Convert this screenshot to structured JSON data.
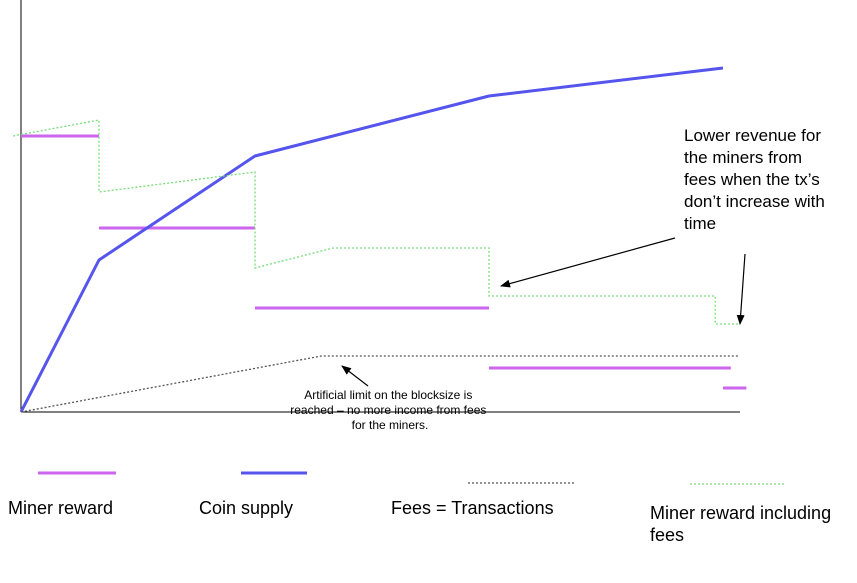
{
  "chart_data": {
    "type": "line",
    "title": "",
    "xlabel": "",
    "ylabel": "",
    "grid": false,
    "legend": "bottom",
    "x_stages": [
      0,
      1,
      2,
      3,
      4,
      5
    ],
    "series": [
      {
        "name": "Miner reward",
        "style": "solid-thick",
        "color": "#cc66ee",
        "segments": [
          {
            "x0": 0.0,
            "x1": 1.0,
            "y": 6.9
          },
          {
            "x0": 1.0,
            "x1": 3.0,
            "y": 4.6
          },
          {
            "x0": 3.0,
            "x1": 6.0,
            "y": 2.6
          },
          {
            "x0": 6.0,
            "x1": 9.1,
            "y": 1.1
          },
          {
            "x0": 9.0,
            "x1": 9.3,
            "y": 0.6
          }
        ]
      },
      {
        "name": "Coin supply",
        "style": "solid-thick",
        "color": "#5555ee",
        "points": [
          [
            0,
            0
          ],
          [
            1.0,
            3.8
          ],
          [
            3.0,
            6.4
          ],
          [
            3.4,
            6.6
          ],
          [
            6.0,
            7.9
          ],
          [
            9.0,
            8.6
          ]
        ]
      },
      {
        "name": "Fees = Transactions",
        "style": "dotted",
        "color": "#555555",
        "points": [
          [
            0,
            0
          ],
          [
            3.85,
            1.4
          ],
          [
            9.2,
            1.4
          ]
        ]
      },
      {
        "name": "Miner reward including fees",
        "style": "dotted",
        "color": "#77dd77",
        "points": [
          [
            -0.1,
            6.9
          ],
          [
            1.0,
            7.3
          ],
          [
            1.0,
            5.5
          ],
          [
            3.0,
            6.0
          ],
          [
            3.0,
            3.6
          ],
          [
            4.0,
            4.1
          ],
          [
            6.0,
            4.1
          ],
          [
            6.0,
            2.9
          ],
          [
            8.9,
            2.9
          ],
          [
            8.9,
            2.2
          ],
          [
            9.2,
            2.2
          ]
        ]
      }
    ],
    "xlim": [
      0,
      9.3
    ],
    "ylim": [
      0,
      10.3
    ]
  },
  "annotations": {
    "lower_revenue": [
      "Lower revenue for",
      "the miners from",
      "fees when the tx’s",
      "don’t increase with",
      "time"
    ],
    "blocksize_limit": [
      "Artificial limit on the blocksize is",
      "reached – no more income from fees",
      "for the miners."
    ]
  },
  "legend": {
    "items": [
      {
        "label": "Miner reward",
        "color": "#cc66ee",
        "style": "solid"
      },
      {
        "label": "Coin supply",
        "color": "#5555ee",
        "style": "solid"
      },
      {
        "label": "Fees = Transactions",
        "color": "#555555",
        "style": "dotted"
      },
      {
        "label_line1": "Miner reward including",
        "label_line2": "fees",
        "color": "#77dd77",
        "style": "dotted"
      }
    ]
  },
  "colors": {
    "axis": "#000000",
    "miner_reward": "#cc66ee",
    "coin_supply": "#5555ee",
    "fees": "#555555",
    "reward_incl_fees": "#77dd77"
  }
}
